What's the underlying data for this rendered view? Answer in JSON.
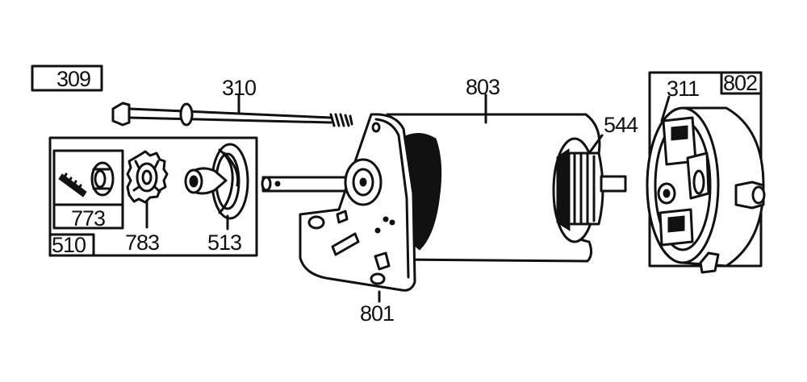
{
  "diagram": {
    "parts": [
      {
        "id": "309"
      },
      {
        "id": "310"
      },
      {
        "id": "773"
      },
      {
        "id": "510"
      },
      {
        "id": "783"
      },
      {
        "id": "513"
      },
      {
        "id": "803"
      },
      {
        "id": "544"
      },
      {
        "id": "801"
      },
      {
        "id": "311"
      },
      {
        "id": "802"
      }
    ]
  }
}
